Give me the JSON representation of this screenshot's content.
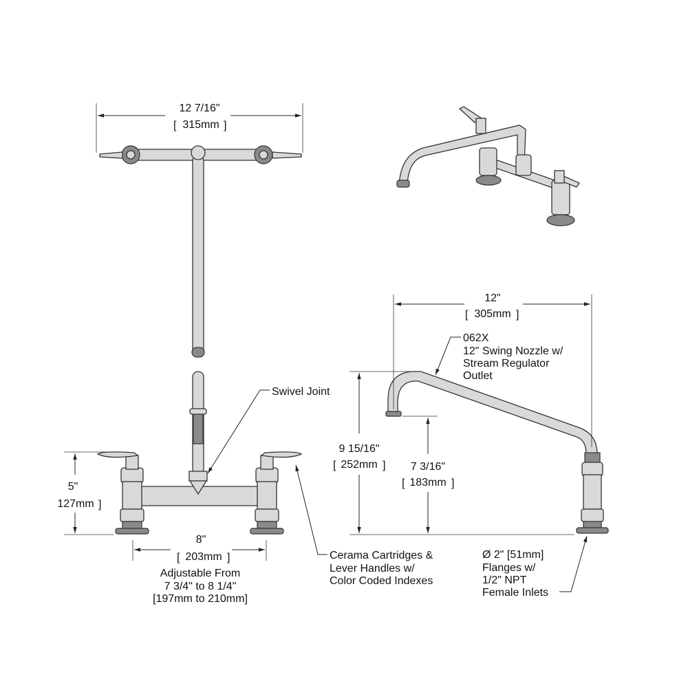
{
  "top_view": {
    "width_in": "12 7/16\"",
    "width_mm": "315mm"
  },
  "front_view": {
    "height_in": "5\"",
    "height_mm": "127mm",
    "spacing_in": "8\"",
    "spacing_mm": "203mm",
    "adjustable_lines": [
      "Adjustable From",
      "7 3/4\" to 8 1/4\"",
      "[197mm to 210mm]"
    ],
    "swivel_label": "Swivel Joint",
    "cartridge_lines": [
      "Cerama Cartridges &",
      "Lever Handles w/",
      "Color Coded Indexes"
    ]
  },
  "side_view": {
    "reach_in": "12\"",
    "reach_mm": "305mm",
    "nozzle_lines": [
      "062X",
      "12\" Swing Nozzle w/",
      "Stream Regulator",
      "Outlet"
    ],
    "total_height_in": "9 15/16\"",
    "total_height_mm": "252mm",
    "outlet_height_in": "7 3/16\"",
    "outlet_height_mm": "183mm",
    "flange_lines": [
      "Ø 2\" [51mm]",
      "Flanges w/",
      "1/2\" NPT",
      "Female Inlets"
    ]
  }
}
